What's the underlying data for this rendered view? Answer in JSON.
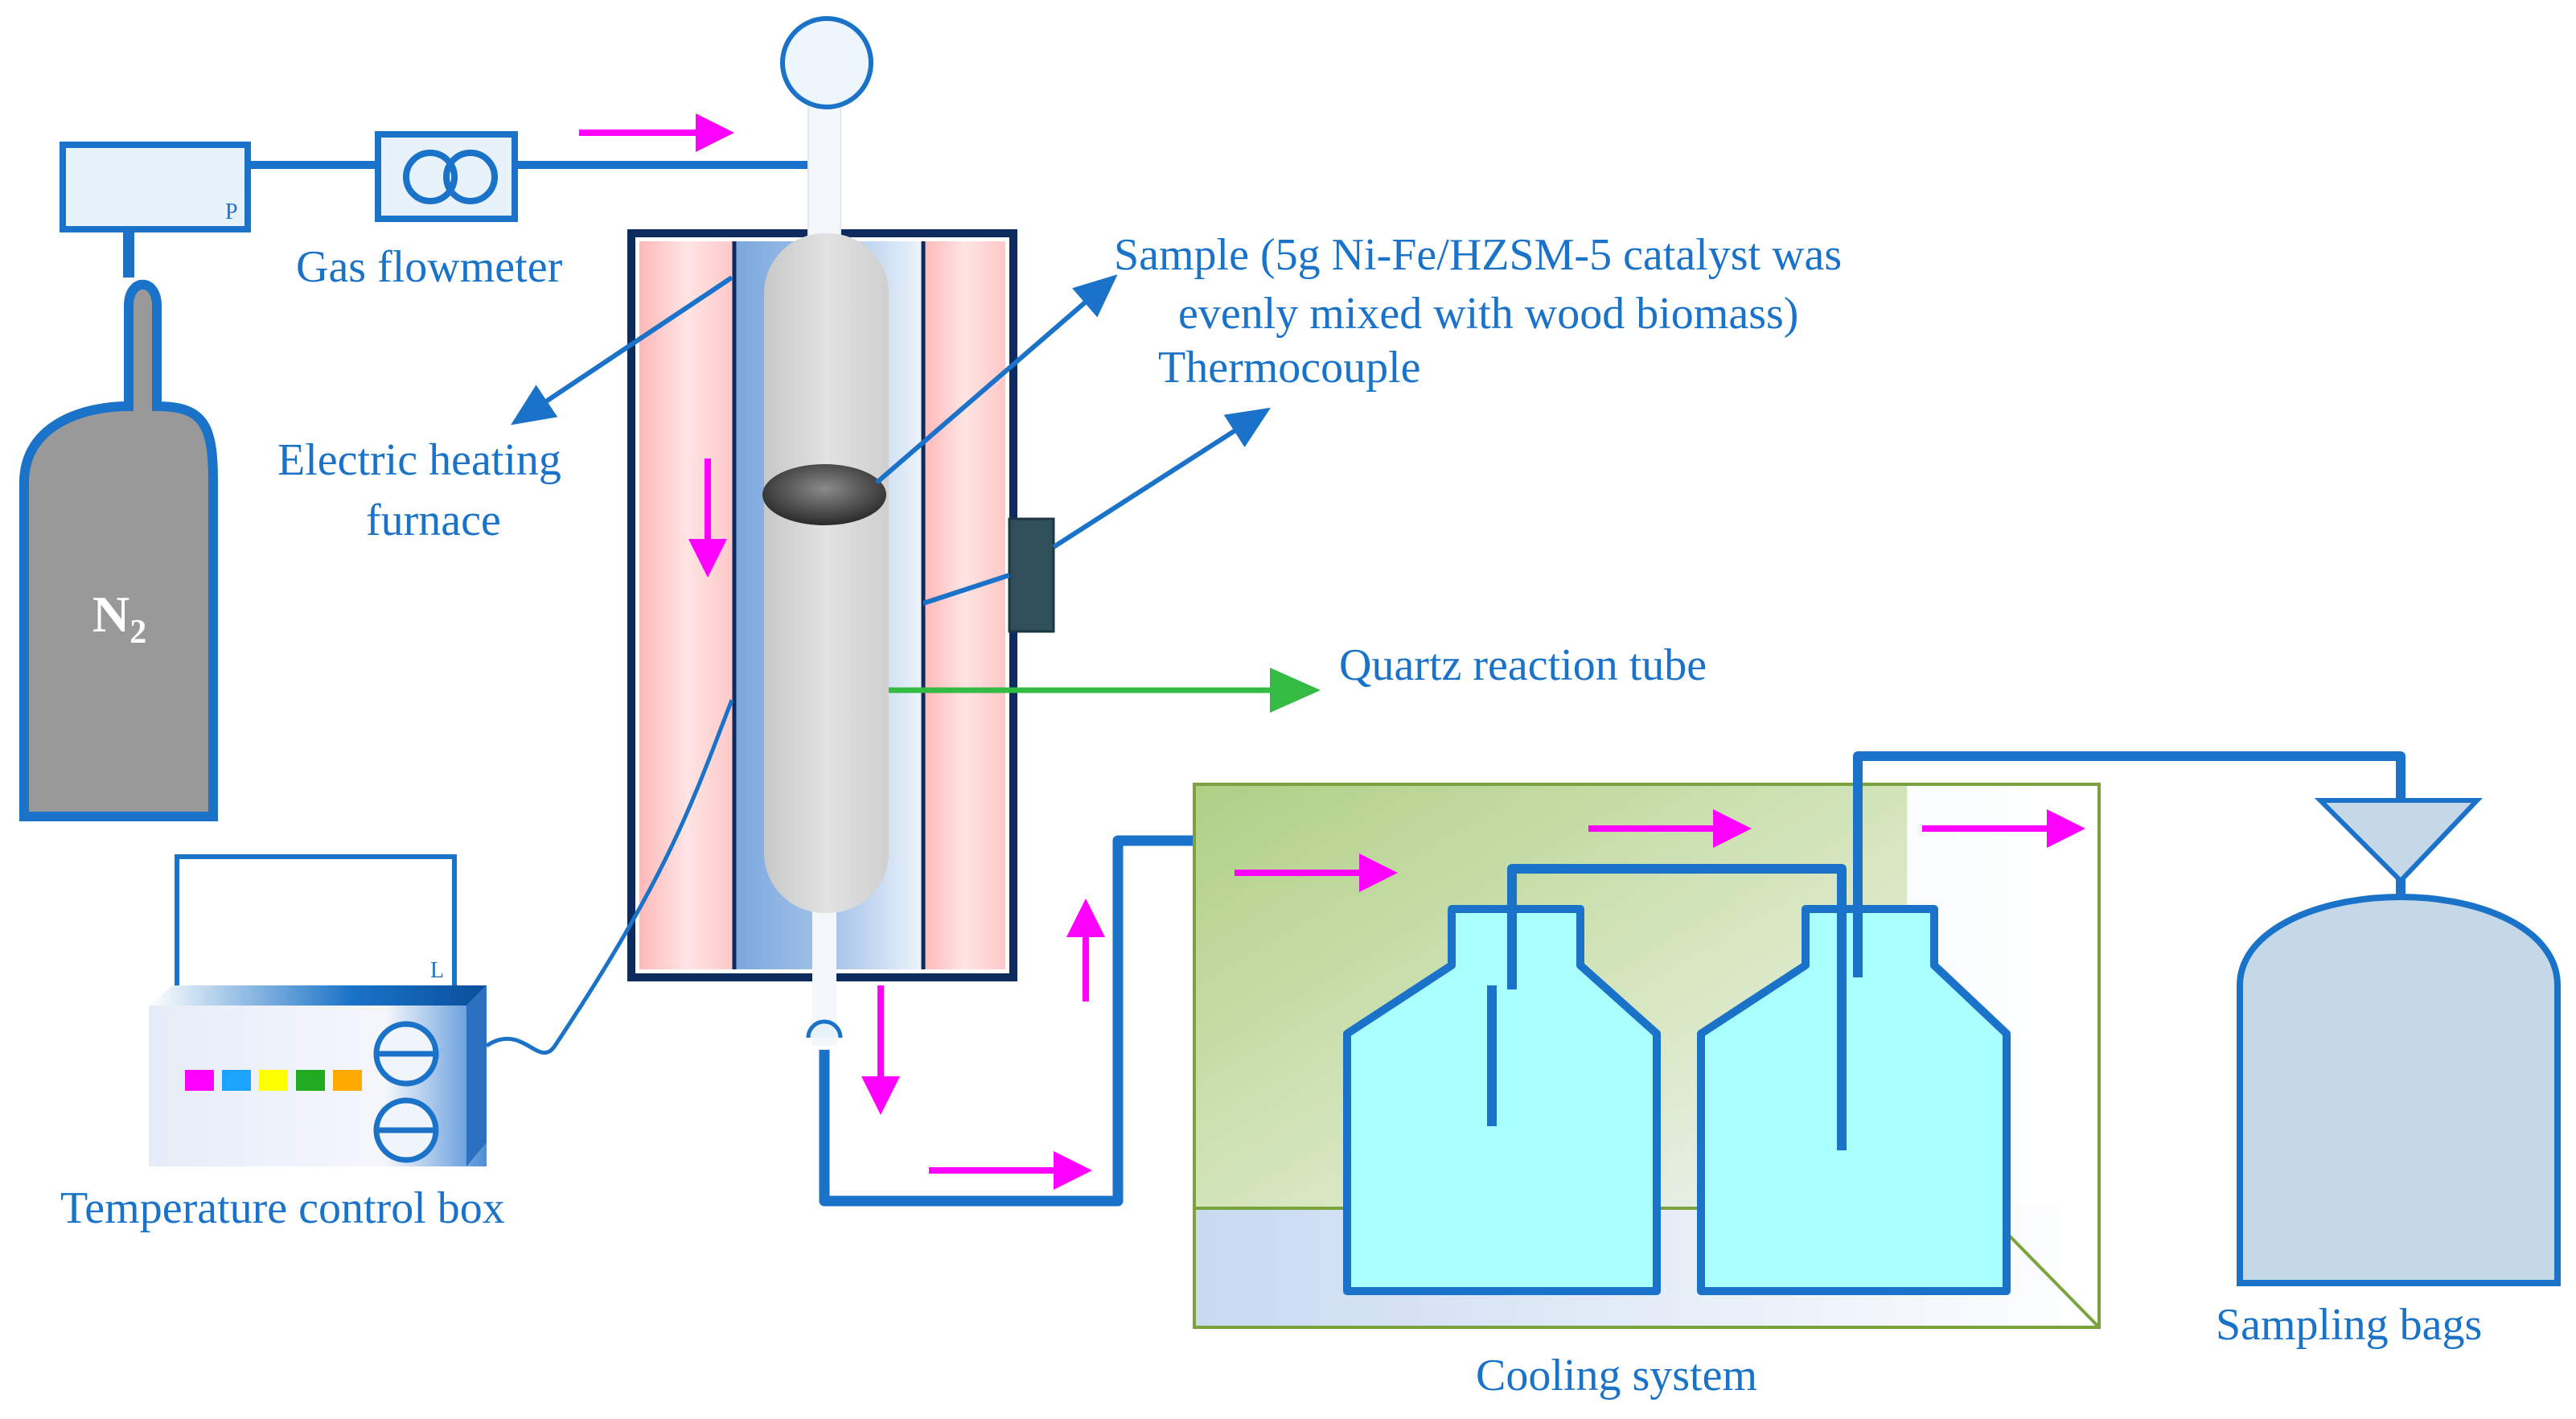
{
  "labels": {
    "gas_flowmeter": "Gas flowmeter",
    "electric_heating_furnace_line1": "Electric heating",
    "electric_heating_furnace_line2": "furnace",
    "sample_line1": "Sample (5g Ni-Fe/HZSM-5 catalyst was",
    "sample_line2": "evenly mixed with wood biomass)",
    "thermocouple": "Thermocouple",
    "quartz_reaction_tube": "Quartz reaction tube",
    "temperature_control_box": "Temperature control box",
    "cooling_system": "Cooling system",
    "sampling_bags": "Sampling bags",
    "cylinder_gas": "N",
    "cylinder_gas_subscript": "2",
    "gauge_mark_p": "P",
    "gauge_mark_l": "L"
  },
  "colors": {
    "pipe_blue": "#1a73c8",
    "flow_arrow_magenta": "#ff00ff",
    "indicator_arrow_green": "#33bb44",
    "cylinder_gray": "#999999",
    "cooling_bath_green": "#b5d38e",
    "bottle_cyan": "#aaffff",
    "bag_blue_gray": "#c5d8e8",
    "furnace_pink": "#ffcccc",
    "tube_gray": "#d8d8d8"
  },
  "control_box_swatches": [
    "#ff00ff",
    "#1aa3ff",
    "#ffff00",
    "#22aa22",
    "#ffaa00"
  ]
}
